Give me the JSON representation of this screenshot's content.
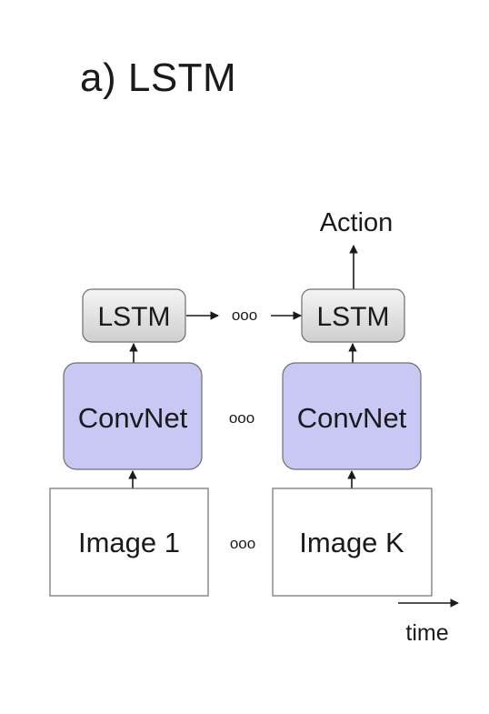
{
  "title": "a) LSTM",
  "output_label": "Action",
  "time_label": "time",
  "ellipsis": "ooo",
  "columns": [
    {
      "lstm_label": "LSTM",
      "convnet_label": "ConvNet",
      "image_label": "Image 1"
    },
    {
      "lstm_label": "LSTM",
      "convnet_label": "ConvNet",
      "image_label": "Image K"
    }
  ],
  "colors": {
    "convnet_fill": "#c9c8f5",
    "lstm_fill_top": "#f4f4f4",
    "lstm_fill_bottom": "#cfcfcf",
    "stroke": "#6e6e6e",
    "text": "#1a1a1a"
  }
}
